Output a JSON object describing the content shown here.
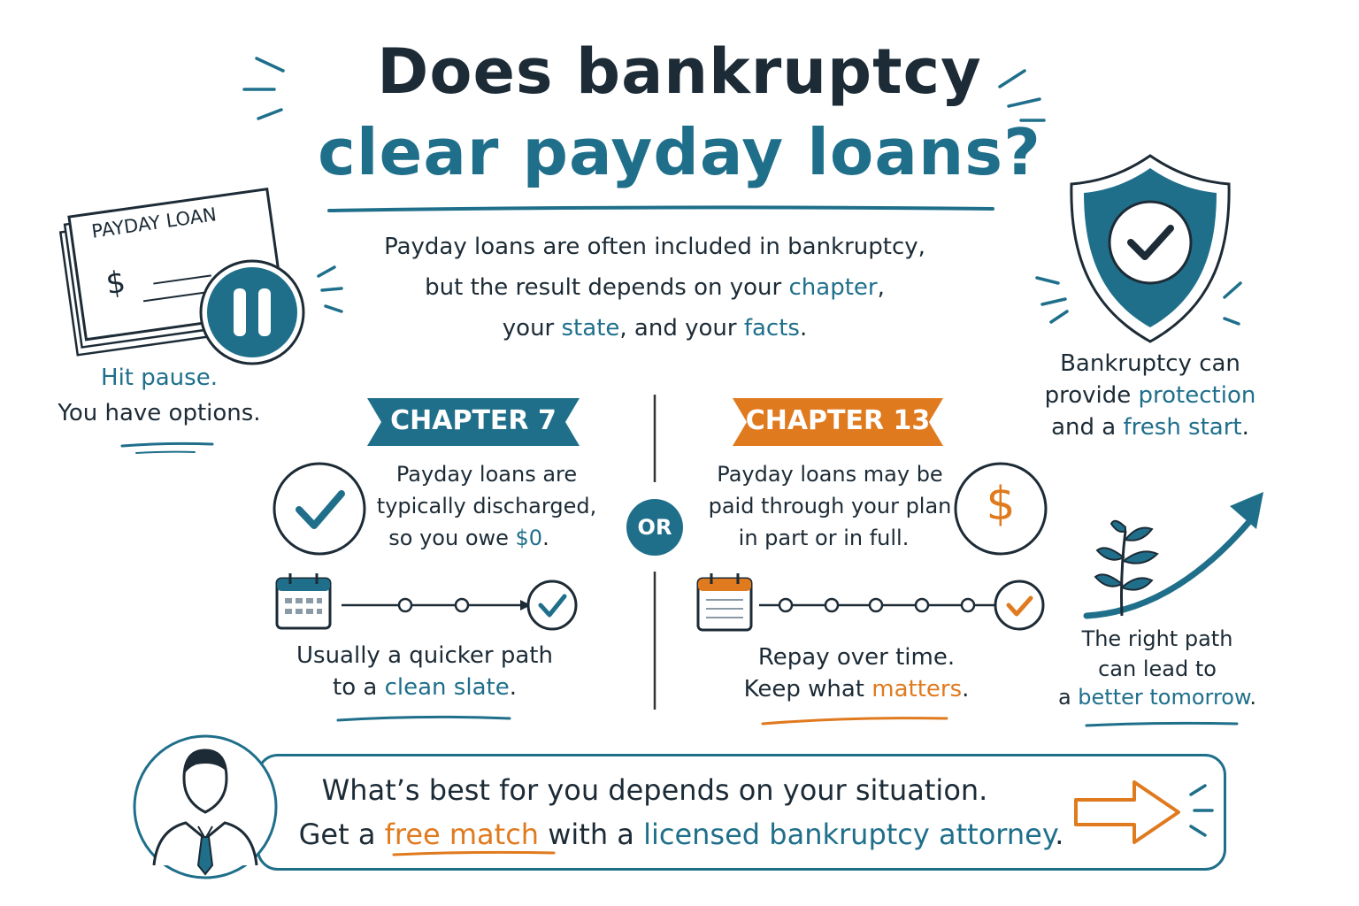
{
  "title": {
    "line1": "Does bankruptcy",
    "line2": "clear payday loans?"
  },
  "intro": {
    "line1": "Payday loans are often included in bankruptcy,",
    "line2_a": "but the result depends on your ",
    "line2_b": "chapter",
    "line2_c": ",",
    "line3_a": "your ",
    "line3_b": "state",
    "line3_c": ", and your ",
    "line3_d": "facts",
    "line3_e": "."
  },
  "left_card": {
    "card_label": "PAYDAY LOAN",
    "dollar": "$",
    "caption_line1": "Hit pause.",
    "caption_line2": "You have options."
  },
  "right_shield": {
    "line1": "Bankruptcy can",
    "line2_a": "provide ",
    "line2_b": "protection",
    "line3_a": "and a ",
    "line3_b": "fresh start",
    "line3_c": "."
  },
  "chapter7": {
    "banner": "CHAPTER 7",
    "line1": "Payday loans are",
    "line2": "typically discharged,",
    "line3_a": "so you owe ",
    "line3_b": "$0",
    "line3_c": ".",
    "footer_line1": "Usually a quicker path",
    "footer_line2_a": "to a ",
    "footer_line2_b": "clean slate",
    "footer_line2_c": "."
  },
  "or_label": "OR",
  "chapter13": {
    "banner": "CHAPTER 13",
    "line1": "Payday loans may be",
    "line2": "paid through your plan",
    "line3": "in part or in full.",
    "dollar": "$",
    "footer_line1": "Repay over time.",
    "footer_line2_a": "Keep what ",
    "footer_line2_b": "matters",
    "footer_line2_c": "."
  },
  "growth": {
    "line1": "The right path",
    "line2": "can lead to",
    "line3_a": "a ",
    "line3_b": "better tomorrow",
    "line3_c": "."
  },
  "cta": {
    "line1": "What’s best for you depends on your situation.",
    "line2_a": "Get a ",
    "line2_b": "free match",
    "line2_c": " with a ",
    "line2_d": "licensed bankruptcy attorney",
    "line2_e": "."
  },
  "colors": {
    "dark": "#1c2b36",
    "blue": "#1f6f8b",
    "orange": "#e07a1f"
  },
  "icons": [
    "payday-loan-card-icon",
    "pause-icon",
    "shield-check-icon",
    "check-circle-icon",
    "calendar-icon",
    "dollar-circle-icon",
    "sprout-icon",
    "growth-arrow-icon",
    "attorney-avatar-icon",
    "arrow-right-icon"
  ]
}
